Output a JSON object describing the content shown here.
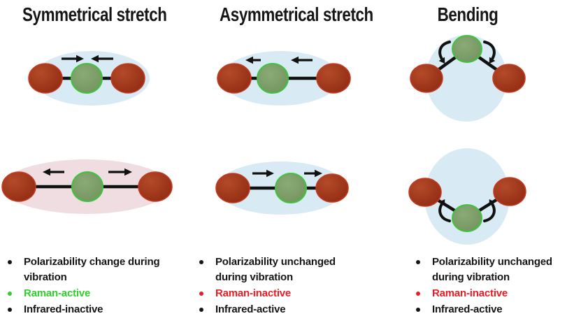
{
  "columns": [
    {
      "title": "Symmetrical stretch",
      "bullets": [
        {
          "text": "Polarizability change during vibration",
          "color": "black"
        },
        {
          "text": "Raman-active",
          "color": "green"
        },
        {
          "text": "Infrared-inactive",
          "color": "black"
        }
      ]
    },
    {
      "title": "Asymmetrical stretch",
      "bullets": [
        {
          "text": "Polarizability unchanged during vibration",
          "color": "black"
        },
        {
          "text": "Raman-inactive",
          "color": "red"
        },
        {
          "text": "Infrared-active",
          "color": "black"
        }
      ]
    },
    {
      "title": "Bending",
      "bullets": [
        {
          "text": "Polarizability unchanged during vibration",
          "color": "black"
        },
        {
          "text": "Raman-inactive",
          "color": "red"
        },
        {
          "text": "Infrared-active",
          "color": "black"
        }
      ]
    }
  ],
  "figures": {
    "symmetrical_stretch_top": {
      "cloud": "light-blue ellipse",
      "atoms": "red - green - red in a line",
      "arrows": "two straight arrows pointing inward toward center"
    },
    "symmetrical_stretch_bottom": {
      "cloud": "pale-pink wide stretched ellipse",
      "atoms": "red - green - red in a line",
      "arrows": "two straight arrows pointing outward"
    },
    "asymmetrical_stretch_top": {
      "cloud": "light-blue ellipse",
      "atoms": "red - green (shifted left) - red",
      "arrows": "two straight arrows both pointing left"
    },
    "asymmetrical_stretch_bottom": {
      "cloud": "light-blue ellipse",
      "atoms": "red - green (shifted right) - red",
      "arrows": "two straight arrows both pointing right"
    },
    "bending_top": {
      "cloud": "light-blue circle",
      "atoms": "green at top, red lower-left, red lower-right (bent V)",
      "arrows": "two curved rotation arrows beside green atom"
    },
    "bending_bottom": {
      "cloud": "light-blue circle",
      "atoms": "green at bottom, red upper-left, red upper-right (inverted V)",
      "arrows": "two curved rotation arrows beside green atom"
    }
  },
  "colors": {
    "cloud_blue": "#d8ebf4",
    "cloud_pink": "#f0dde1",
    "atom_red_light": "#b44a28",
    "atom_red_dark": "#8e2911",
    "atom_red_stroke": "#c53a22",
    "atom_green_light": "#8bab76",
    "atom_green_dark": "#6e9059",
    "atom_green_stroke": "#3fc33f",
    "bond": "#111111",
    "raman_active_green": "#30d02c",
    "raman_inactive_red": "#ed1c24",
    "text": "#161616"
  }
}
